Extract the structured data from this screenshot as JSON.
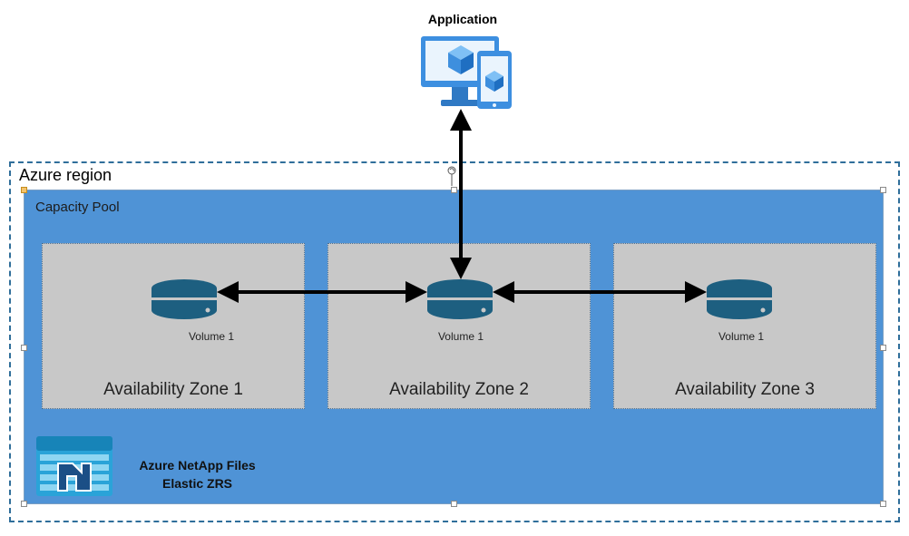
{
  "application": {
    "title": "Application"
  },
  "region": {
    "label": "Azure region"
  },
  "pool": {
    "label": "Capacity Pool"
  },
  "zones": [
    {
      "label": "Availability Zone 1",
      "volume": "Volume 1"
    },
    {
      "label": "Availability Zone 2",
      "volume": "Volume 1"
    },
    {
      "label": "Availability Zone 3",
      "volume": "Volume 1"
    }
  ],
  "service": {
    "line1": "Azure NetApp Files",
    "line2": "Elastic ZRS"
  },
  "colors": {
    "pool_fill": "#4f93d6",
    "zone_fill": "#c8c8c8",
    "disk_fill": "#1d5f80",
    "region_border": "#2f6e9a",
    "arrow": "#000000"
  },
  "icons": [
    "desktop-monitor-icon",
    "tablet-icon",
    "cube-icon",
    "disk-icon",
    "azure-netapp-files-icon"
  ]
}
